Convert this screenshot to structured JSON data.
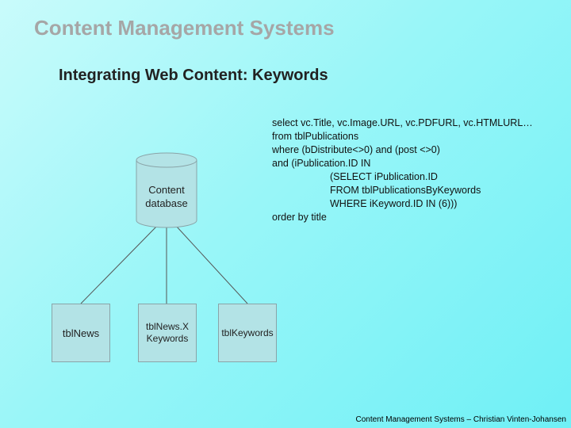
{
  "title": "Content Management Systems",
  "subtitle": "Integrating Web Content: Keywords",
  "sql_lines": [
    {
      "text": "select vc.Title, vc.Image.URL, vc.PDFURL, vc.HTMLURL…",
      "indent": false
    },
    {
      "text": "from tblPublications",
      "indent": false
    },
    {
      "text": "where (bDistribute<>0) and (post <>0)",
      "indent": false
    },
    {
      "text": "and (iPublication.ID IN",
      "indent": false
    },
    {
      "text": "(SELECT iPublication.ID",
      "indent": true
    },
    {
      "text": "FROM tblPublicationsByKeywords",
      "indent": true
    },
    {
      "text": "WHERE iKeyword.ID IN (6)))",
      "indent": true
    },
    {
      "text": "order by title",
      "indent": false
    }
  ],
  "database": {
    "label_line1": "Content",
    "label_line2": "database"
  },
  "tables": {
    "news": "tblNews",
    "newsx_line1": "tblNews.X",
    "newsx_line2": "Keywords",
    "keywords": "tblKeywords"
  },
  "footer": "Content Management Systems – Christian Vinten-Johansen",
  "colors": {
    "background": "#99f6f8",
    "title": "#a6a6a6",
    "shape_fill": "#b3e3e6",
    "shape_stroke": "#8aa4a8"
  }
}
